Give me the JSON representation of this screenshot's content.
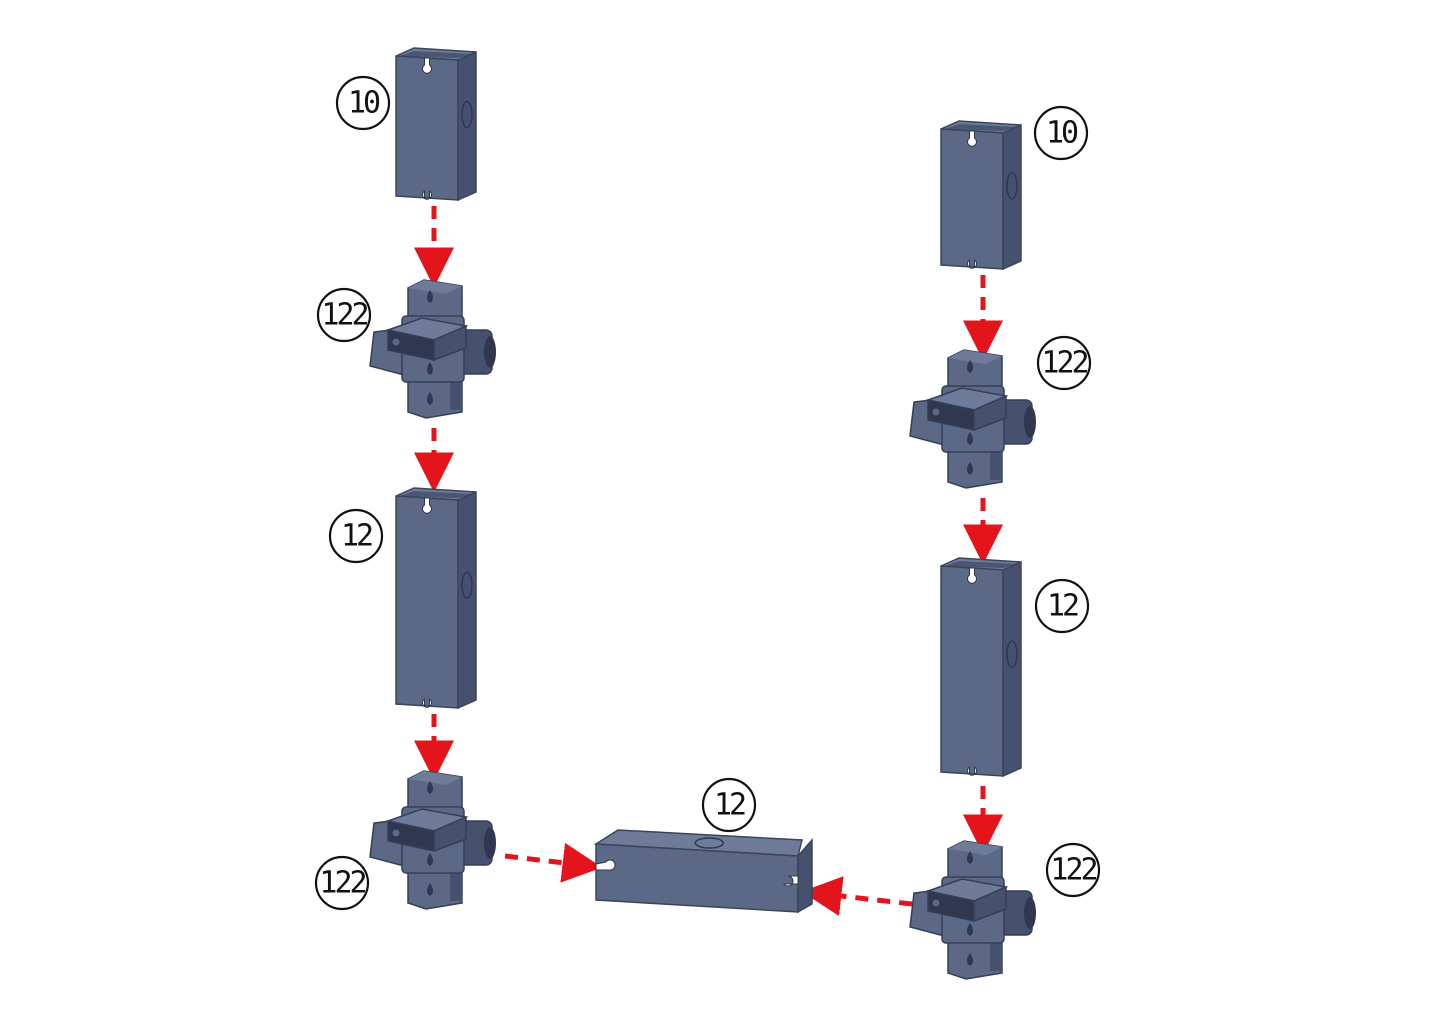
{
  "colors": {
    "part_front": "#5b6886",
    "part_side": "#46516d",
    "part_top": "#6e7b99",
    "part_dark": "#2f3850",
    "arrow": "#e3141b",
    "outline": "#111111"
  },
  "parts": [
    {
      "id": "tube-left-top",
      "kind": "tube",
      "label": "10"
    },
    {
      "id": "connector-left-upper",
      "kind": "connector",
      "label": "122"
    },
    {
      "id": "tube-left-middle",
      "kind": "tube",
      "label": "12"
    },
    {
      "id": "connector-left-lower",
      "kind": "connector",
      "label": "122"
    },
    {
      "id": "tube-bottom-horizontal",
      "kind": "tube",
      "label": "12"
    },
    {
      "id": "tube-right-top",
      "kind": "tube",
      "label": "10"
    },
    {
      "id": "connector-right-upper",
      "kind": "connector",
      "label": "122"
    },
    {
      "id": "tube-right-middle",
      "kind": "tube",
      "label": "12"
    },
    {
      "id": "connector-right-lower",
      "kind": "connector",
      "label": "122"
    }
  ],
  "arrows": [
    {
      "from": "tube-left-top",
      "to": "connector-left-upper"
    },
    {
      "from": "connector-left-upper",
      "to": "tube-left-middle"
    },
    {
      "from": "tube-left-middle",
      "to": "connector-left-lower"
    },
    {
      "from": "connector-left-lower",
      "to": "tube-bottom-horizontal"
    },
    {
      "from": "connector-right-lower",
      "to": "tube-bottom-horizontal"
    },
    {
      "from": "tube-right-top",
      "to": "connector-right-upper"
    },
    {
      "from": "connector-right-upper",
      "to": "tube-right-middle"
    },
    {
      "from": "tube-right-middle",
      "to": "connector-right-lower"
    }
  ]
}
